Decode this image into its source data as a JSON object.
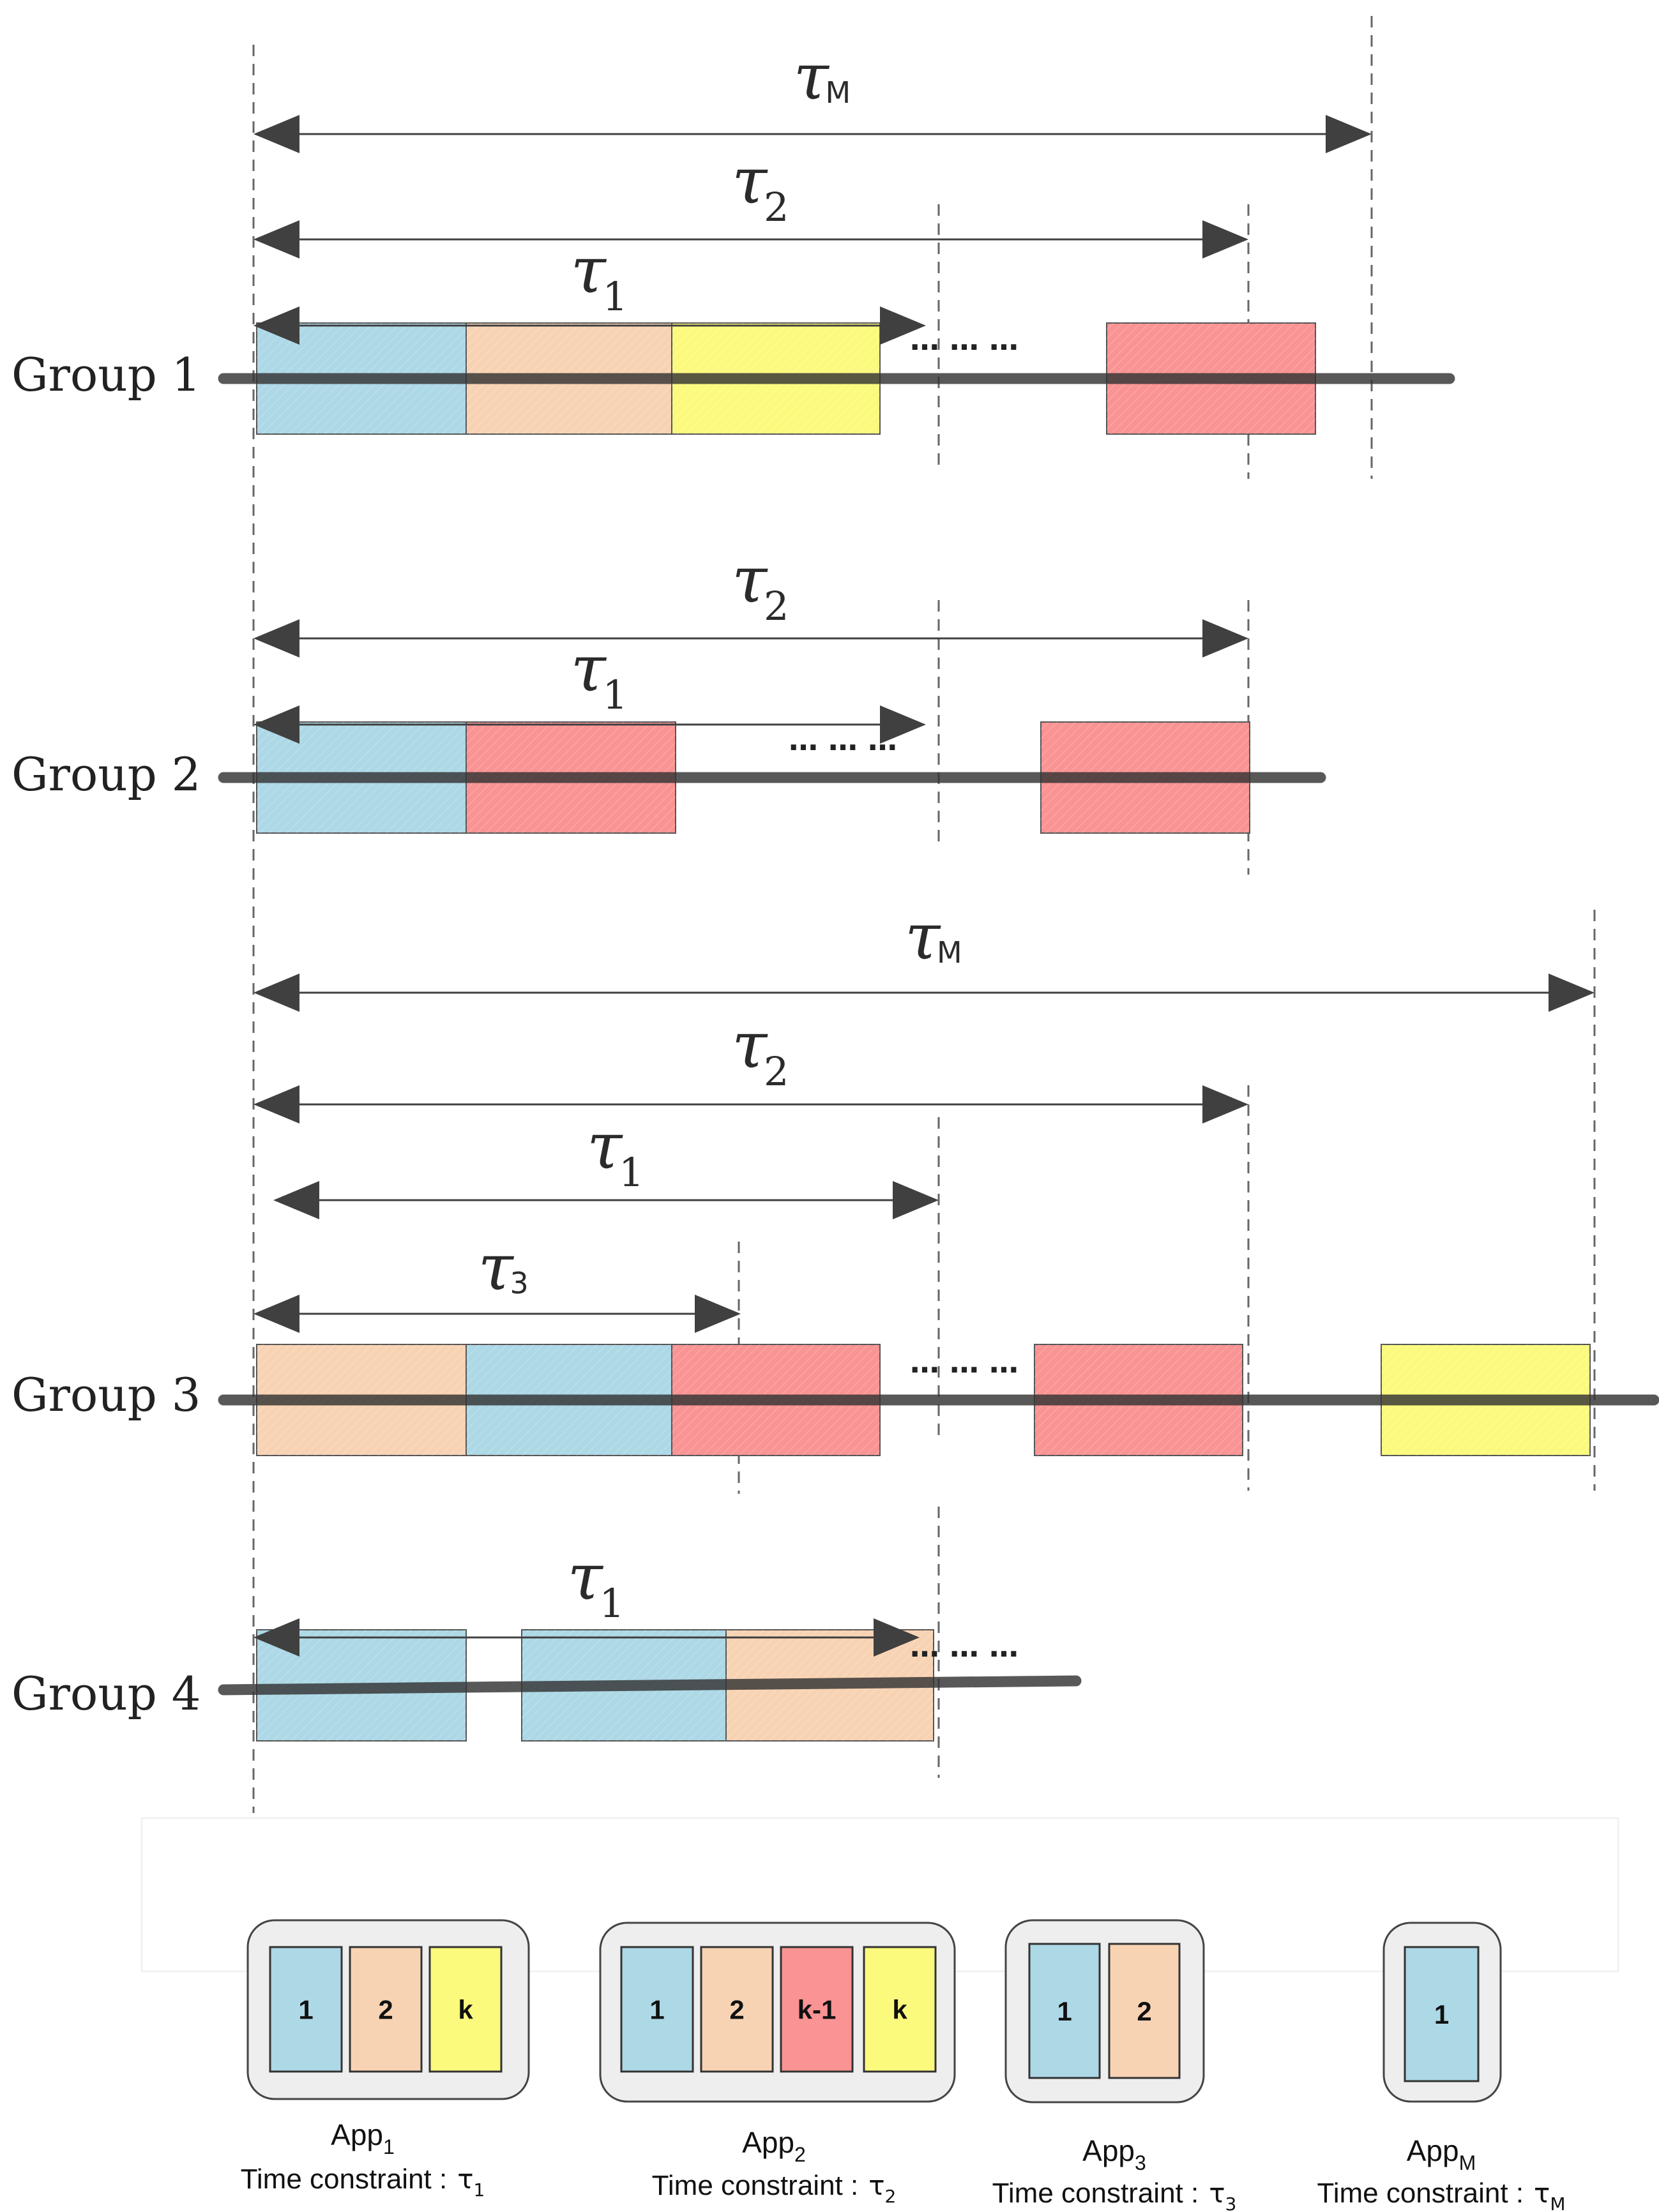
{
  "groups": [
    {
      "label": "Group 1",
      "dots": "… … …",
      "blocks": [
        "blue",
        "peach",
        "yellow",
        "red"
      ],
      "spans": [
        {
          "name": "τ",
          "sub": "M"
        },
        {
          "name": "τ",
          "sub": "2"
        },
        {
          "name": "τ",
          "sub": "1"
        }
      ]
    },
    {
      "label": "Group 2",
      "dots": "… … …",
      "blocks": [
        "blue",
        "red",
        "red"
      ],
      "spans": [
        {
          "name": "τ",
          "sub": "2"
        },
        {
          "name": "τ",
          "sub": "1"
        }
      ]
    },
    {
      "label": "Group 3",
      "dots": "… … …",
      "blocks": [
        "peach",
        "blue",
        "red",
        "red",
        "yellow"
      ],
      "spans": [
        {
          "name": "τ",
          "sub": "M"
        },
        {
          "name": "τ",
          "sub": "2"
        },
        {
          "name": "τ",
          "sub": "1"
        },
        {
          "name": "τ",
          "sub": "3"
        }
      ]
    },
    {
      "label": "Group 4",
      "dots": "… … …",
      "blocks": [
        "blue",
        "blue",
        "peach"
      ],
      "spans": [
        {
          "name": "τ",
          "sub": "1"
        }
      ]
    }
  ],
  "apps": [
    {
      "name": "App",
      "sub": "1",
      "constraint_label": "Time constraint  :",
      "tau": "τ",
      "tau_sub": "1",
      "blocks": [
        {
          "label": "1",
          "color": "blue"
        },
        {
          "label": "2",
          "color": "peach"
        },
        {
          "label": "k",
          "color": "yellow"
        }
      ]
    },
    {
      "name": "App",
      "sub": "2",
      "constraint_label": "Time constraint  :",
      "tau": "τ",
      "tau_sub": "2",
      "blocks": [
        {
          "label": "1",
          "color": "blue"
        },
        {
          "label": "2",
          "color": "peach"
        },
        {
          "label": "k-1",
          "color": "red"
        },
        {
          "label": "k",
          "color": "yellow"
        }
      ]
    },
    {
      "name": "App",
      "sub": "3",
      "constraint_label": "Time constraint  :",
      "tau": "τ",
      "tau_sub": "3",
      "blocks": [
        {
          "label": "1",
          "color": "blue"
        },
        {
          "label": "2",
          "color": "peach"
        }
      ]
    },
    {
      "name": "App",
      "sub": "M",
      "constraint_label": "Time constraint  :",
      "tau": "τ",
      "tau_sub": "M",
      "blocks": [
        {
          "label": "1",
          "color": "blue"
        }
      ]
    }
  ],
  "colors": {
    "blue": "#add8e6",
    "peach": "#f8d3b3",
    "yellow": "#fcfa7d",
    "red": "#fa9393",
    "timeline": "#444444",
    "arrow": "#404040"
  }
}
